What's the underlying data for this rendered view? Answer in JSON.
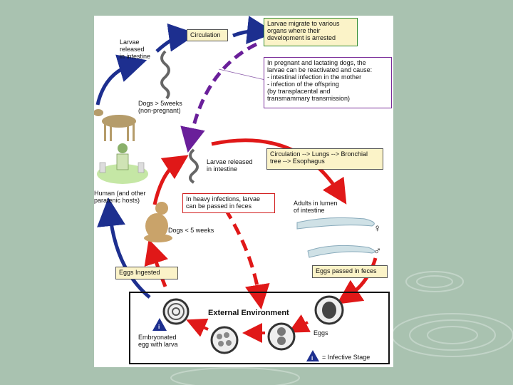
{
  "labels": {
    "larvae_released_top": "Larvae\nreleased\nin intestine",
    "circulation": "Circulation",
    "larvae_migrate": "Larvae migrate to various\norgans where their\ndevelopment is arrested",
    "pregnant_note": "In pregnant and lactating dogs, the\nlarvae can be reactivated and cause:\n - intestinal infection in the mother\n - infection of the offspring\n   (by transplacental and\n   transmammary transmission)",
    "dogs_over": "Dogs > 5weeks\n(non-pregnant)",
    "larvae_released_mid": "Larvae released\nin intestine",
    "circulation_lungs": "Circulation --> Lungs --> Bronchial\ntree --> Esophagus",
    "human_hosts": "Human (and other\nparatenic hosts)",
    "heavy_infections": "In heavy infections, larvae\ncan be passed in feces",
    "adults_lumen": "Adults in lumen\nof intestine",
    "dogs_under": "Dogs < 5 weeks",
    "eggs_ingested": "Eggs Ingested",
    "eggs_passed": "Eggs passed in feces",
    "external_environment": "External Environment",
    "embryonated_egg": "Embryonated\negg with larva",
    "eggs": "Eggs",
    "infective_stage": "= Infective Stage",
    "infective_mark": "i",
    "female_symbol": "♀",
    "male_symbol": "♂"
  },
  "colors": {
    "blue_arrow": "#1d2f8f",
    "red_arrow": "#e01818",
    "purple_arrow": "#6a1f9a",
    "background": "#a9c2b0"
  }
}
